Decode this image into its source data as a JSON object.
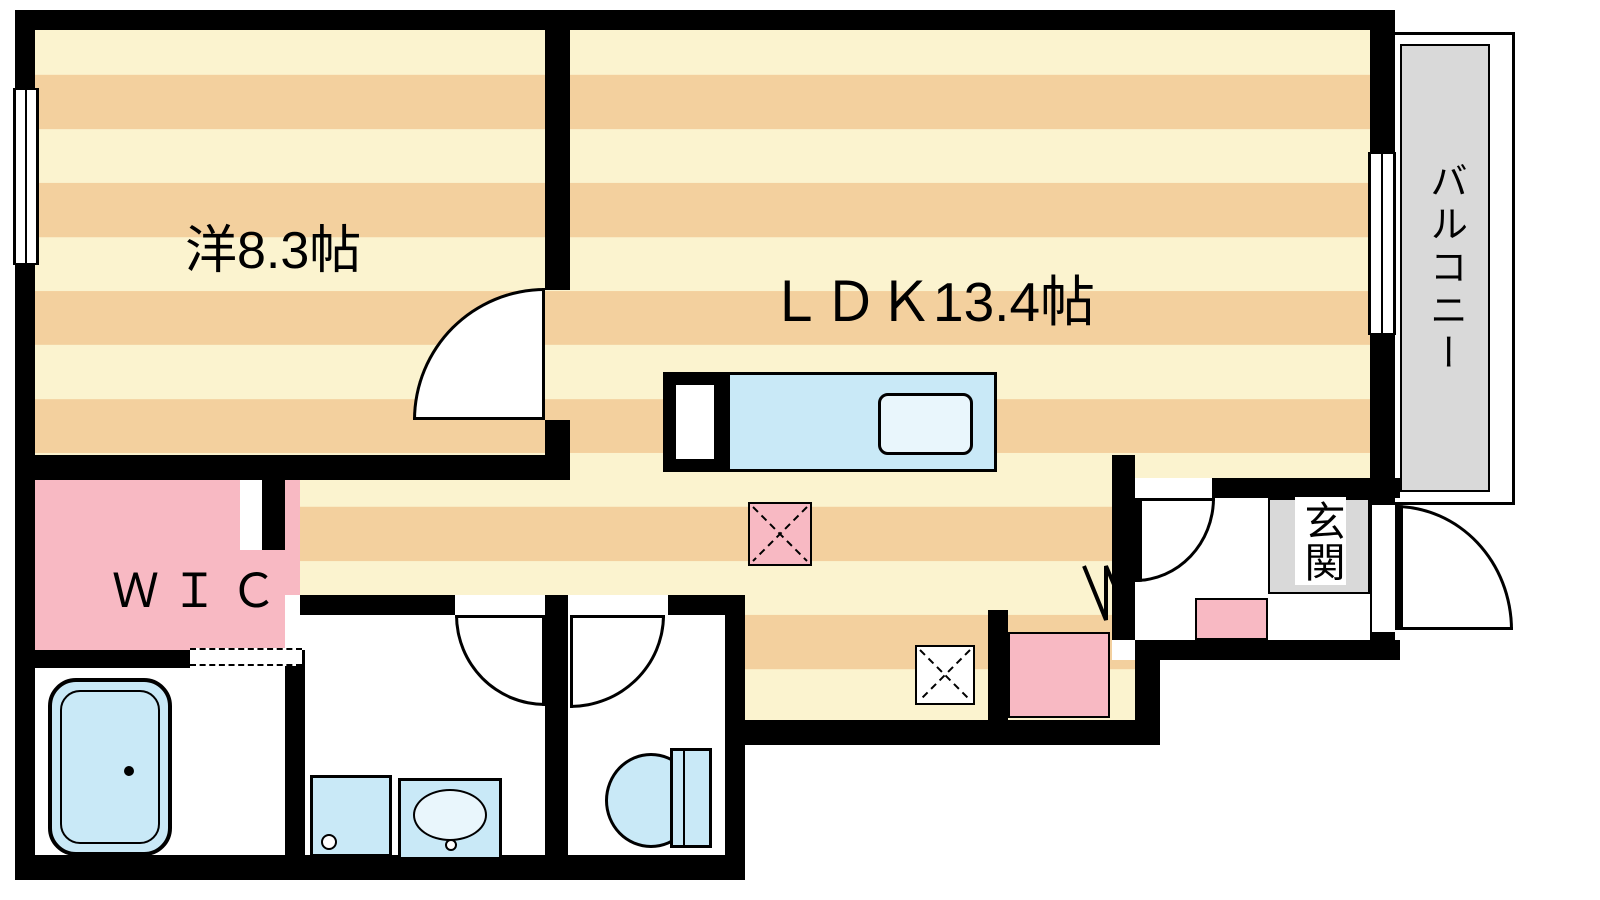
{
  "rooms": {
    "western": {
      "label": "洋8.3帖"
    },
    "ldk": {
      "label": "ＬＤＫ13.4帖"
    },
    "wic": {
      "label": "ＷＩＣ"
    },
    "entrance": {
      "label": "玄関"
    },
    "balcony": {
      "label": "バルコニー"
    }
  },
  "colors": {
    "wall": "#000000",
    "stripe_light": "#FBF3CF",
    "stripe_dark": "#F3D09E",
    "pink": "#F8B9C3",
    "fixture_blue": "#C9E9F7",
    "fixture_blue_light": "#E9F6FC",
    "floor_gray": "#D9D9D9"
  }
}
